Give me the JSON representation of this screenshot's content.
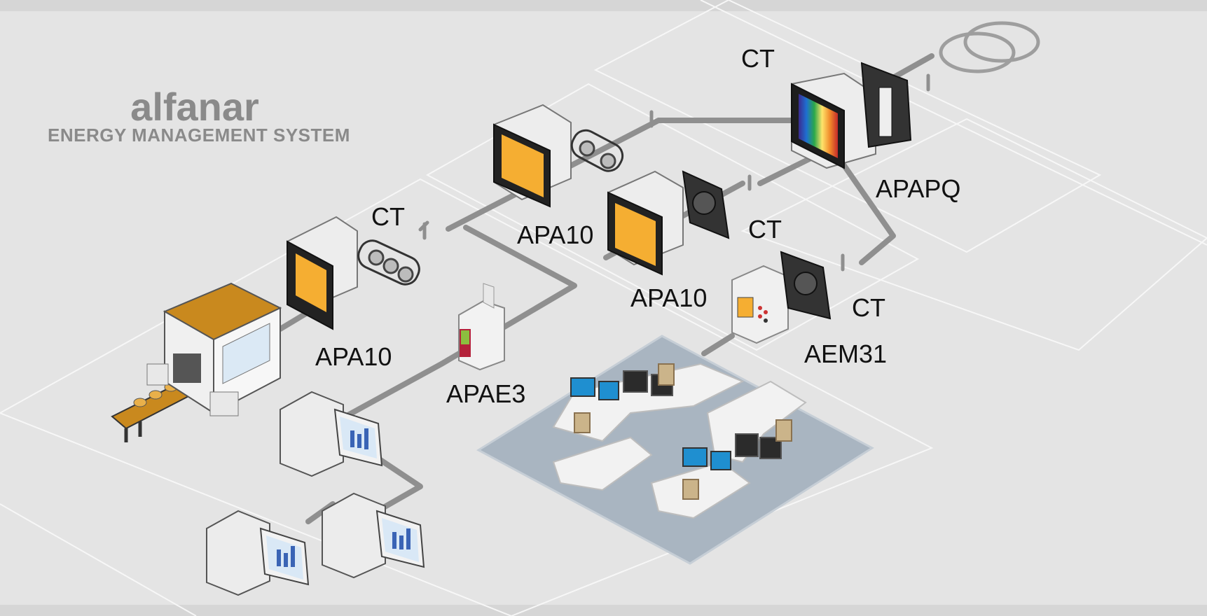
{
  "brand": {
    "name": "alfanar",
    "tagline": "ENERGY MANAGEMENT SYSTEM"
  },
  "labels": {
    "ct_top": "CT",
    "ct_left": "CT",
    "ct_mid": "CT",
    "ct_right": "CT",
    "apa10_left": "APA10",
    "apa10_top": "APA10",
    "apa10_mid": "APA10",
    "apae3": "APAE3",
    "apapq": "APAPQ",
    "aem31": "AEM31"
  },
  "colors": {
    "background": "#e3e3e3",
    "meter_screen": "#f5ae32",
    "cable": "#8f8f8f",
    "floor": "#aab6c2",
    "monitor_blue": "#1f8fd0"
  }
}
